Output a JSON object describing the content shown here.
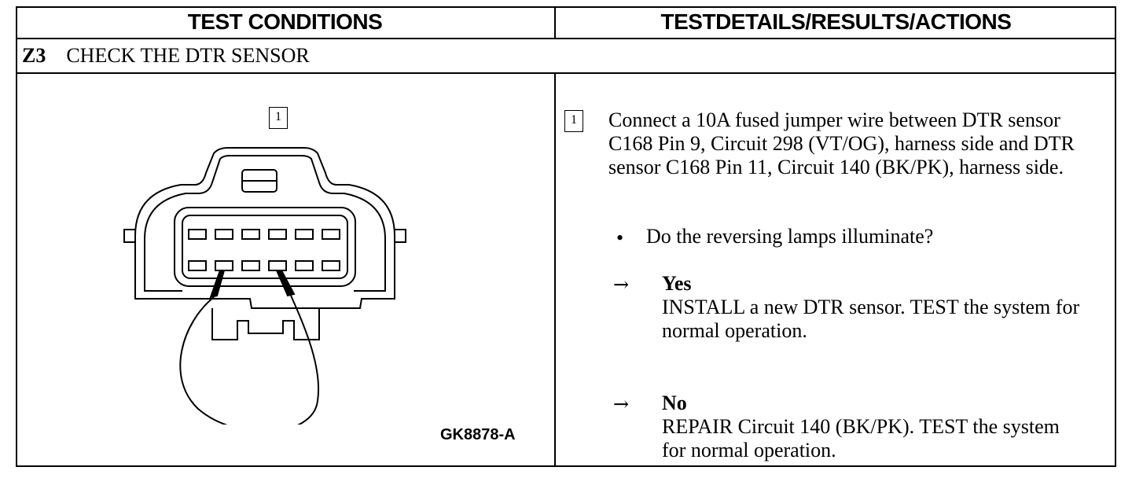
{
  "header": {
    "left_title": "TEST CONDITIONS",
    "right_title": "TESTDETAILS/RESULTS/ACTIONS"
  },
  "section": {
    "code": "Z3",
    "title": "CHECK THE DTR SENSOR"
  },
  "figure": {
    "step_marker": "1",
    "code": "GK8878-A",
    "icon": "dtr-connector-jumper-illustration"
  },
  "details": {
    "step_marker": "1",
    "instruction": "Connect a 10A fused jumper wire between DTR sensor C168 Pin 9, Circuit 298 (VT/OG), harness side and DTR sensor C168 Pin 11, Circuit 140 (BK/PK), harness side.",
    "bullet": "•",
    "question": "Do the reversing lamps illuminate?",
    "answers": [
      {
        "arrow": "→",
        "label": "Yes",
        "text": "INSTALL a new DTR sensor. TEST the system for normal operation."
      },
      {
        "arrow": "→",
        "label": "No",
        "text": "REPAIR Circuit 140 (BK/PK). TEST the system for normal operation."
      }
    ]
  }
}
